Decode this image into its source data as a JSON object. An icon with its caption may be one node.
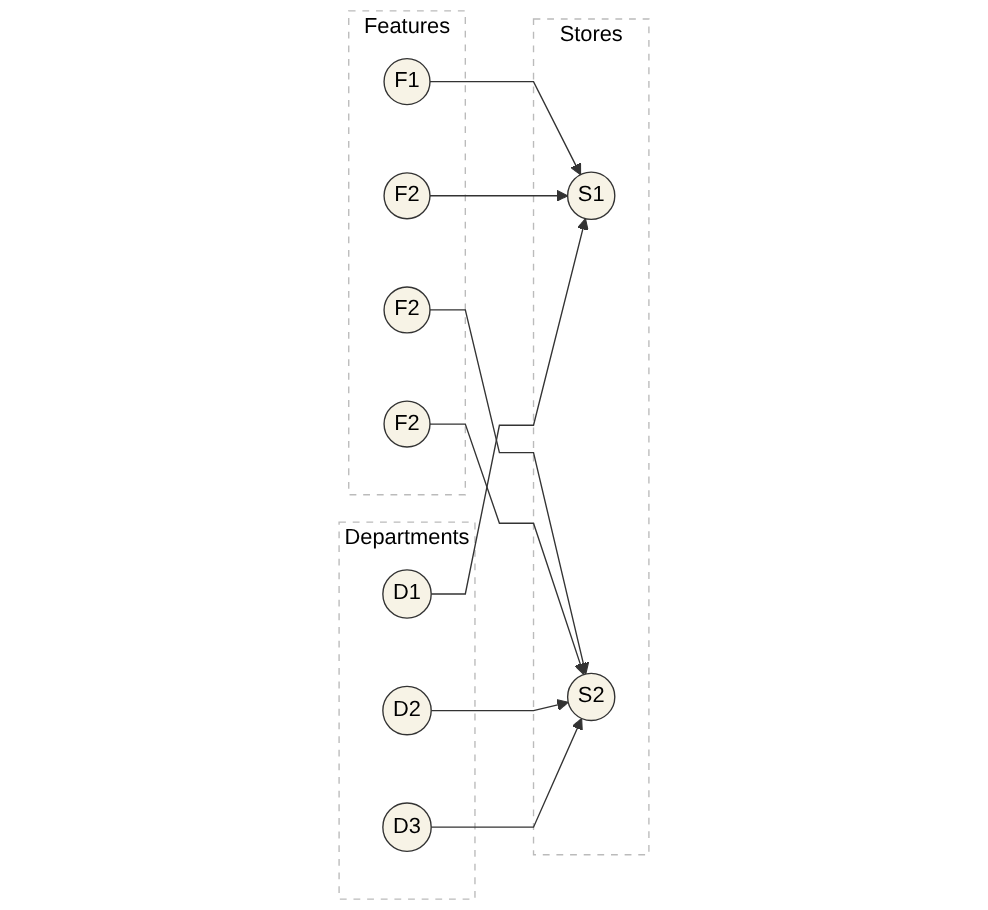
{
  "diagram": {
    "nodes": [
      {
        "text": [
          "Features"
        ]
      },
      {
        "text": [
          "F1"
        ],
        "in": 0
      },
      {
        "text": [
          "F2"
        ],
        "in": 0
      },
      {
        "text": [
          "F2"
        ],
        "in": 0
      },
      {
        "text": [
          "F2"
        ],
        "in": 0
      },
      {
        "text": [
          "Stores"
        ]
      },
      {
        "text": [
          "S1"
        ],
        "in": 5
      },
      {
        "text": [
          "S2"
        ],
        "in": 5
      },
      {
        "text": [
          "Departments"
        ]
      },
      {
        "text": [
          "D1"
        ],
        "in": 8
      },
      {
        "text": [
          "D2"
        ],
        "in": 8
      },
      {
        "text": [
          "D3"
        ],
        "in": 8
      }
    ],
    "edges": [
      {
        "from": 1,
        "to": 6,
        "arrow": "to"
      },
      {
        "from": 2,
        "to": 6,
        "arrow": "to"
      },
      {
        "from": 3,
        "to": 7,
        "arrow": "to"
      },
      {
        "from": 4,
        "to": 7,
        "arrow": "to"
      },
      {
        "from": 9,
        "to": 6,
        "arrow": "to"
      },
      {
        "from": 10,
        "to": 7,
        "arrow": "to"
      },
      {
        "from": 11,
        "to": 7,
        "arrow": "to"
      }
    ]
  }
}
